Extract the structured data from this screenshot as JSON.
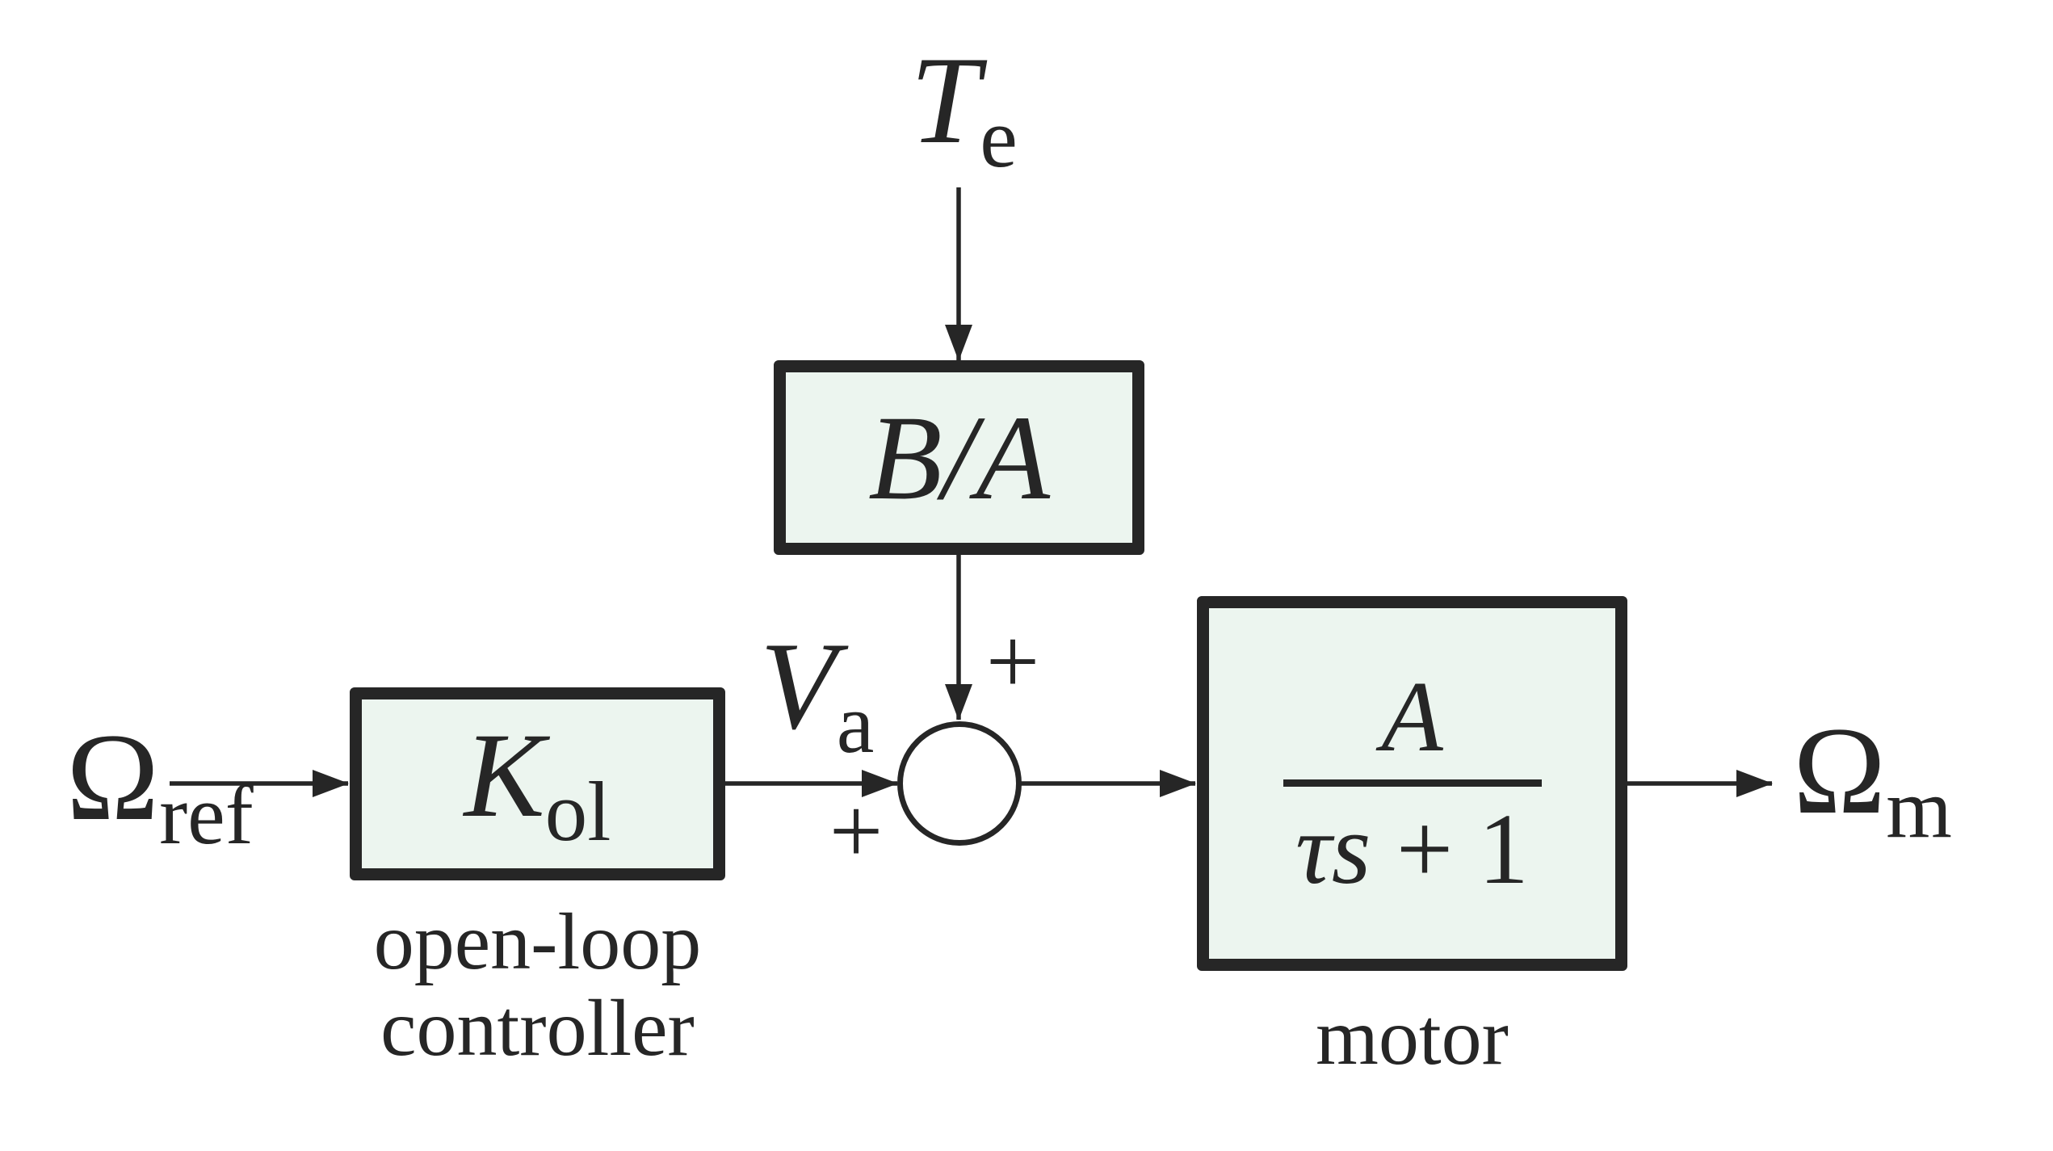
{
  "labels": {
    "disturbance": {
      "base": "T",
      "sub": "e"
    },
    "reference": {
      "base": "Ω",
      "sub": "ref"
    },
    "control_voltage": {
      "base": "V",
      "sub": "a"
    },
    "output_speed": {
      "base": "Ω",
      "sub": "m"
    }
  },
  "blocks": {
    "disturbance_gain": {
      "label": "B/A"
    },
    "controller": {
      "gain_base": "K",
      "gain_sub": "ol",
      "caption_line1": "open-loop",
      "caption_line2": "controller"
    },
    "motor": {
      "numerator": "A",
      "den_var": "τs",
      "den_tail": " + 1",
      "caption": "motor"
    }
  },
  "sum_junction": {
    "sign_top": "+",
    "sign_left": "+"
  },
  "colors": {
    "ink": "#262626",
    "block_fill": "#ecf5ef",
    "background": "#ffffff"
  }
}
